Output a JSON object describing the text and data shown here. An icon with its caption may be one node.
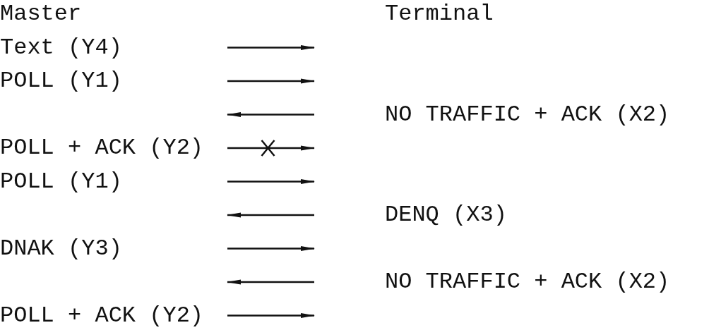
{
  "diagram": {
    "nodes": [
      {
        "text": [
          "Text (Y4)"
        ]
      },
      {
        "text": [
          "POLL (Y1)"
        ]
      },
      {
        "text": [
          "NO TRAFFIC + ACK (X2)"
        ]
      },
      {
        "text": [
          "POLL + ACK (Y2)"
        ]
      },
      {
        "text": [
          "POLL (Y1)"
        ]
      },
      {
        "text": [
          "DENQ (X3)"
        ]
      },
      {
        "text": [
          "DNAK (Y3)"
        ]
      },
      {
        "text": [
          "NO TRAFFIC + ACK (X2)"
        ]
      },
      {
        "text": [
          "POLL + ACK (Y2)"
        ]
      }
    ],
    "labels": [
      "Master",
      "Terminal"
    ]
  }
}
